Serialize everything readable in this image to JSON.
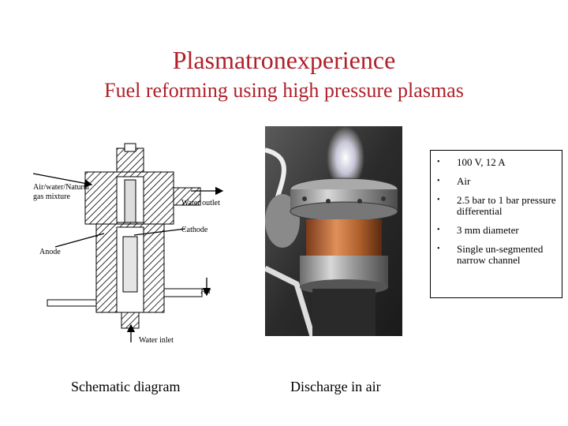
{
  "slide": {
    "title": "Plasmatronexperience",
    "subtitle": "Fuel reforming using high pressure plasmas"
  },
  "diagram": {
    "labels": {
      "inlet": "Air/water/Natural gas mixture",
      "water_outlet": "Water outlet",
      "cathode": "Cathode",
      "anode": "Anode",
      "air": "Air",
      "water_inlet": "Water inlet"
    },
    "caption": "Schematic diagram"
  },
  "photo": {
    "caption": "Discharge in air"
  },
  "specs": {
    "bullet": "•",
    "items": [
      "100 V, 12 A",
      "Air",
      "2.5 bar to 1 bar pressure differential",
      "3 mm diameter",
      "Single un-segmented narrow channel"
    ]
  },
  "colors": {
    "title": "#b0202a"
  }
}
